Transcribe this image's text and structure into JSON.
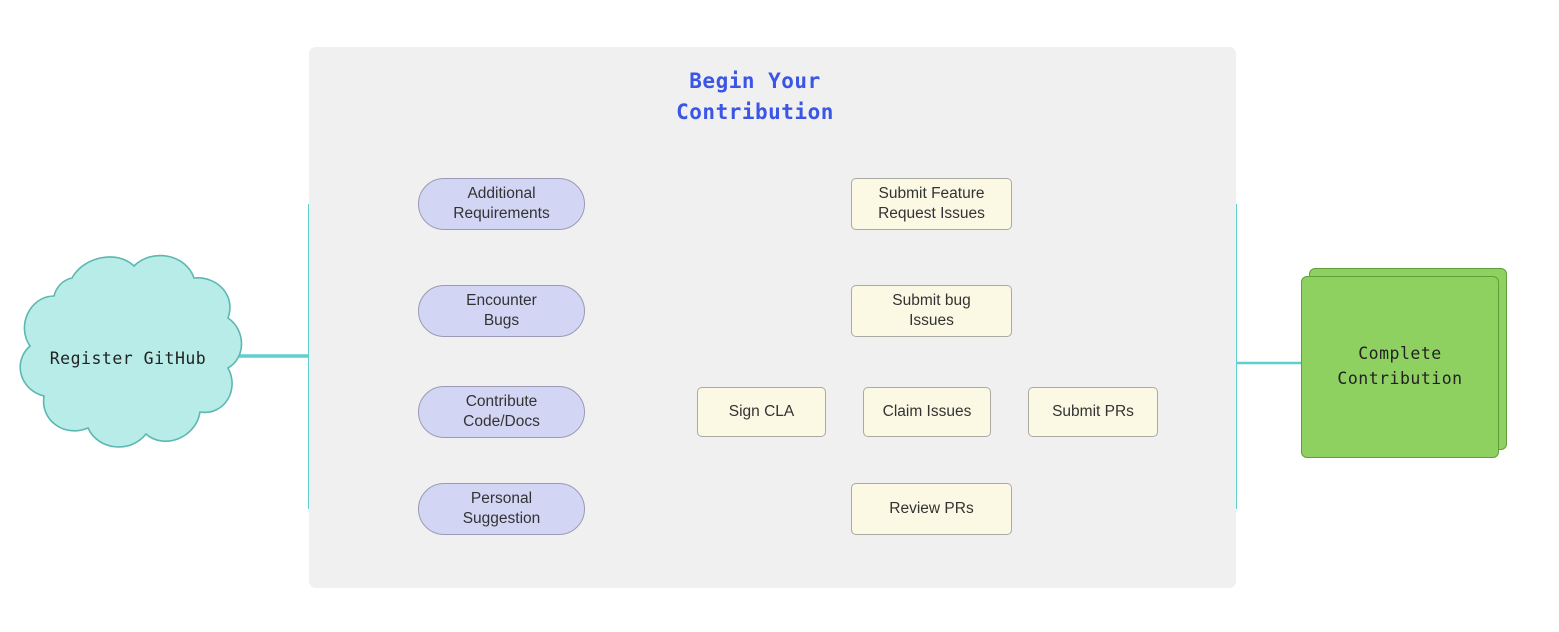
{
  "diagram": {
    "title": "Begin Your\nContribution",
    "title_color": "#3b55e6",
    "panel_color": "#f0f0f0",
    "start": {
      "label": "Register GitHub",
      "shape": "cloud",
      "fill": "#b8ece8",
      "stroke": "#5bb8b0"
    },
    "end": {
      "label": "Complete\nContribution",
      "shape": "stacked-rect",
      "fill": "#8ed161",
      "stroke": "#5f9e3a"
    },
    "branches": [
      {
        "reason": "Additional\nRequirements",
        "action": "Submit Feature\nRequest Issues",
        "steps": []
      },
      {
        "reason": "Encounter\nBugs",
        "action": "Submit bug\nIssues",
        "steps": []
      },
      {
        "reason": "Contribute\nCode/Docs",
        "action": "Sign CLA",
        "steps": [
          "Claim Issues",
          "Submit PRs"
        ]
      },
      {
        "reason": "Personal\nSuggestion",
        "action": "Review PRs",
        "steps": []
      }
    ],
    "colors": {
      "edge_teal": "#5fcfd0",
      "edge_dark": "#4d4d4d",
      "reason_fill": "#d3d5f5",
      "reason_stroke": "#9a9ab4",
      "action_fill": "#fbf8e4",
      "action_stroke": "#aaaaa2"
    }
  }
}
